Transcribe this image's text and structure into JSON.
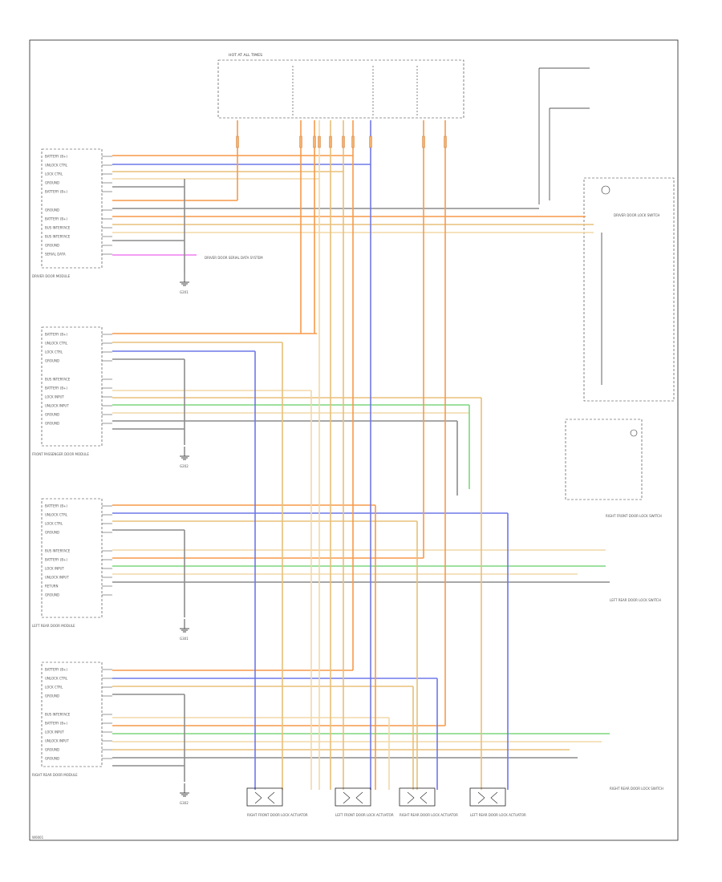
{
  "footer_code": "W0001",
  "colors": {
    "orange": "#f79a4a",
    "blue": "#6f78e8",
    "tan": "#e8c07a",
    "light_tan": "#f2d9a8",
    "gray": "#8c8c8c",
    "green": "#7ed67e",
    "pink": "#f07ef0",
    "black": "#222222"
  },
  "fuse_box": {
    "title": "HOT AT ALL TIMES"
  },
  "modules": [
    {
      "title": "DRIVER DOOR MODULE",
      "pins": [
        "BATTERY (B+)",
        "UNLOCK CTRL",
        "LOCK CTRL",
        "GROUND",
        "BATTERY (B+)",
        "GROUND",
        "BATTERY (B+)",
        "BUS INTERFACE",
        "BUS INTERFACE",
        "GROUND",
        "SERIAL DATA"
      ]
    },
    {
      "title": "FRONT PASSENGER DOOR MODULE",
      "pins": [
        "BATTERY (B+)",
        "UNLOCK CTRL",
        "LOCK CTRL",
        "GROUND",
        "BUS INTERFACE",
        "BATTERY (B+)",
        "LOCK INPUT",
        "UNLOCK INPUT",
        "GROUND",
        "GROUND"
      ]
    },
    {
      "title": "LEFT REAR DOOR MODULE",
      "pins": [
        "BATTERY (B+)",
        "UNLOCK CTRL",
        "LOCK CTRL",
        "GROUND",
        "BUS INTERFACE",
        "BATTERY (B+)",
        "LOCK INPUT",
        "UNLOCK INPUT",
        "RETURN",
        "GROUND"
      ]
    },
    {
      "title": "RIGHT REAR DOOR MODULE",
      "pins": [
        "BATTERY (B+)",
        "UNLOCK CTRL",
        "LOCK CTRL",
        "GROUND",
        "BUS INTERFACE",
        "BATTERY (B+)",
        "LOCK INPUT",
        "UNLOCK INPUT",
        "GROUND",
        "GROUND"
      ]
    }
  ],
  "grounds": [
    "G201",
    "G202",
    "G301",
    "G302"
  ],
  "actuators": [
    {
      "title": "RIGHT FRONT DOOR LOCK ACTUATOR"
    },
    {
      "title": "LEFT FRONT DOOR LOCK ACTUATOR"
    },
    {
      "title": "RIGHT REAR DOOR LOCK ACTUATOR"
    },
    {
      "title": "LEFT REAR DOOR LOCK ACTUATOR"
    }
  ],
  "right_labels": {
    "driver_switch": "DRIVER DOOR LOCK SWITCH",
    "front_switch": "RIGHT FRONT DOOR LOCK SWITCH",
    "left_rear_switch": "LEFT REAR DOOR LOCK SWITCH",
    "right_rear_switch": "RIGHT REAR DOOR LOCK SWITCH"
  },
  "note": "DRIVER DOOR SERIAL DATA SYSTEM"
}
